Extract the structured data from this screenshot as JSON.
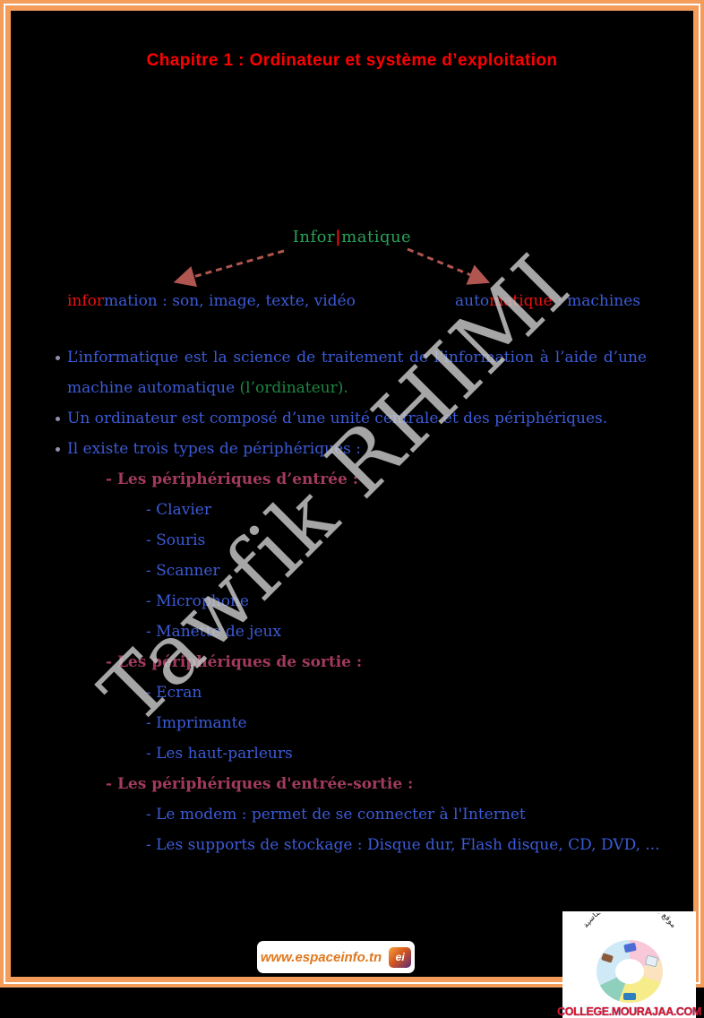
{
  "page": {
    "title": "Chapitre 1 : Ordinateur et système d’exploitation"
  },
  "diagram": {
    "root": {
      "part1": "Infor",
      "separator": "|",
      "part2": "matique"
    },
    "left": {
      "highlight": "infor",
      "rest": "mation : son, image, texte, vidéo"
    },
    "right": {
      "pre": "auto",
      "highlight": "matique",
      "rest": " : machines"
    }
  },
  "bullets": {
    "b1_main": "L’informatique est la science de traitement de l’information à l’aide d’une machine automatique ",
    "b1_green": "(l’ordinateur).",
    "b2": "Un ordinateur est composé d’une unité centrale et des périphériques.",
    "b3": "Il existe trois types de périphériques :"
  },
  "sections": [
    {
      "heading": "- Les périphériques d’entrée :",
      "items": [
        "- Clavier",
        "- Souris",
        "- Scanner",
        "- Microphone",
        "- Manette de jeux"
      ]
    },
    {
      "heading": "- Les périphériques de sortie :",
      "items": [
        "- Ecran",
        "- Imprimante",
        "- Les haut-parleurs"
      ]
    },
    {
      "heading": "- Les périphériques d'entrée-sortie :",
      "items": [
        "- Le modem : permet de se connecter à l'Internet",
        "- Les supports de stockage : Disque dur, Flash disque, CD, DVD, ..."
      ]
    }
  ],
  "watermark": "Tawfik RHIMI",
  "footer": {
    "website": "www.espaceinfo.tn",
    "icon_text": "ei"
  },
  "college": {
    "arabic": "موقع مراجعة مواضيع الأساسية",
    "caption": "COLLEGE.MOURAJAA.COM"
  },
  "colors": {
    "border": "#f49c5a",
    "title": "#fe0000",
    "body": "#3c5bd7",
    "heading": "#a23a5e",
    "green": "#28a058",
    "green_dark": "#1d8742",
    "red": "#ee1111",
    "arrow": "#b05550",
    "watermark": "#cacaca",
    "footer": "#e0771c",
    "college": "#e01428"
  }
}
